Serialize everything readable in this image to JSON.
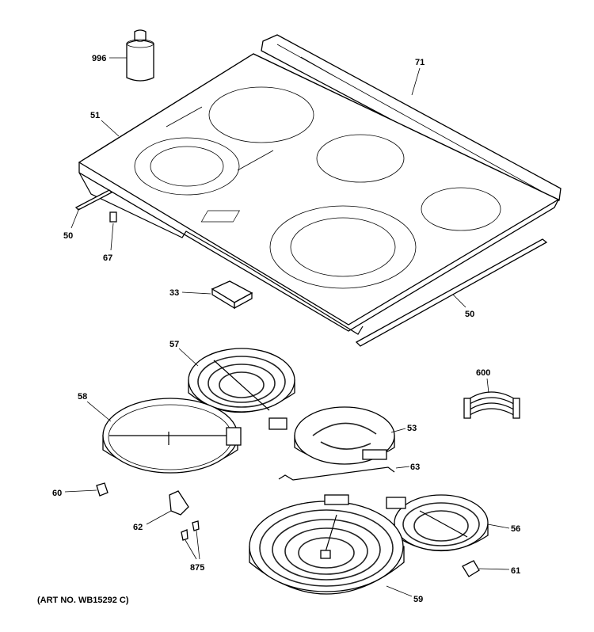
{
  "title": "Cooktop parts diagram",
  "art_number": "(ART NO. WB15292 C)",
  "callouts": {
    "c996": "996",
    "c71": "71",
    "c51": "51",
    "c50a": "50",
    "c67": "67",
    "c33": "33",
    "c50b": "50",
    "c57": "57",
    "c600": "600",
    "c58": "58",
    "c53": "53",
    "c63": "63",
    "c60": "60",
    "c62": "62",
    "c56": "56",
    "c875": "875",
    "c61": "61",
    "c59": "59"
  }
}
